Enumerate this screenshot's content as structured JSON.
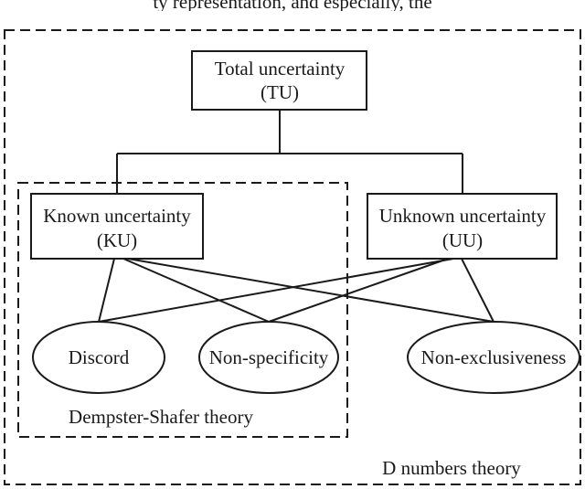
{
  "caption_fragment": "ty representation, and especially, the",
  "nodes": {
    "total": {
      "line1": "Total uncertainty",
      "line2": "(TU)"
    },
    "known": {
      "line1": "Known uncertainty",
      "line2": "(KU)"
    },
    "unknown": {
      "line1": "Unknown uncertainty",
      "line2": "(UU)"
    },
    "discord": "Discord",
    "nonspecificity": "Non-specificity",
    "nonexclusiveness": "Non-exclusiveness"
  },
  "groups": {
    "dempster_shafer": "Dempster-Shafer theory",
    "d_numbers": "D numbers theory"
  }
}
